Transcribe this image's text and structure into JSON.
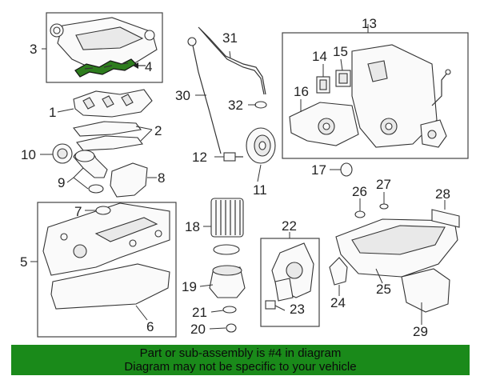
{
  "callouts": {
    "c1": "1",
    "c2": "2",
    "c3": "3",
    "c4": "4",
    "c5": "5",
    "c6": "6",
    "c7": "7",
    "c8": "8",
    "c9": "9",
    "c10": "10",
    "c11": "11",
    "c12": "12",
    "c13": "13",
    "c14": "14",
    "c15": "15",
    "c16": "16",
    "c17": "17",
    "c18": "18",
    "c19": "19",
    "c20": "20",
    "c21": "21",
    "c22": "22",
    "c23": "23",
    "c24": "24",
    "c25": "25",
    "c26": "26",
    "c27": "27",
    "c28": "28",
    "c29": "29",
    "c30": "30",
    "c31": "31",
    "c32": "32"
  },
  "highlight_color": "#2e7d1e",
  "banner": {
    "line1": "Part or sub-assembly is #4 in diagram",
    "line2": "Diagram may not be specific to your vehicle",
    "color": "#1a8a1a"
  }
}
